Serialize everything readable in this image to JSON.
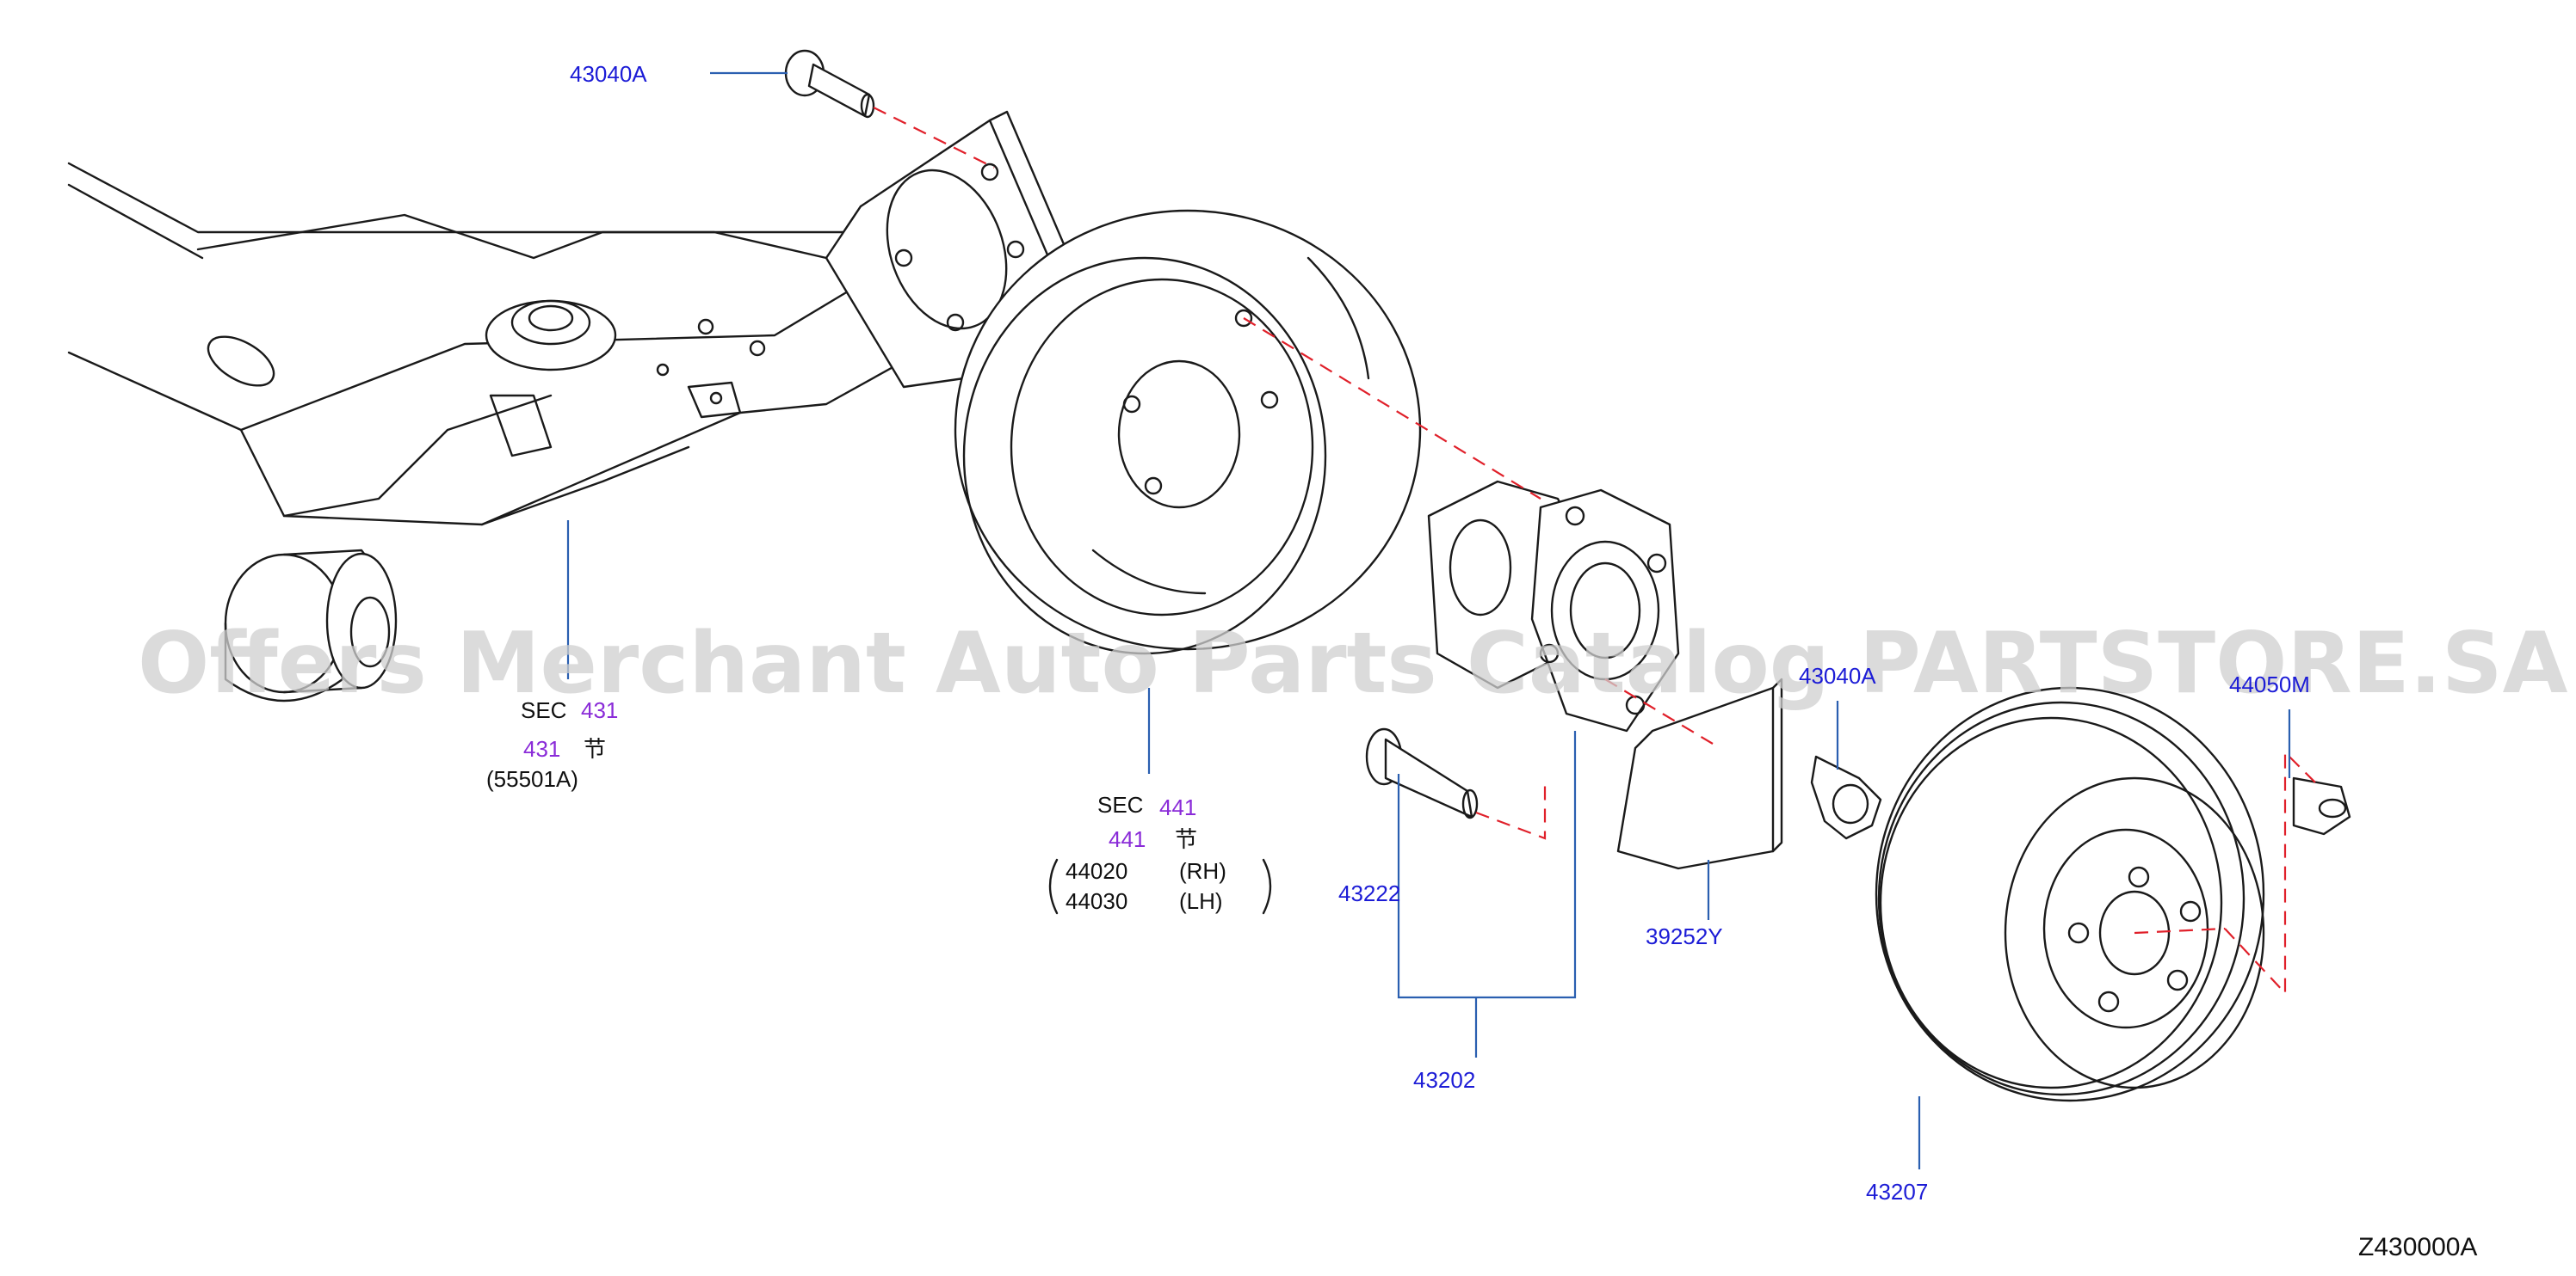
{
  "watermark": "Offers Merchant Auto Parts Catalog PARTSTORE.SA",
  "diagram_code": "Z430000A",
  "callouts": {
    "bolt_top": "43040A",
    "hub_bolt": "43222",
    "hub_assembly": "43202",
    "shield": "39252Y",
    "nut": "43040A",
    "cap": "44050M",
    "rotor": "43207"
  },
  "sec_axle": {
    "sec": "SEC",
    "num": "431",
    "num2": "431",
    "glyph": "节",
    "ref": "(55501A)"
  },
  "sec_brake": {
    "sec": "SEC",
    "num": "441",
    "num2": "441",
    "glyph": "节",
    "rh_code": "44020",
    "rh": "(RH)",
    "lh_code": "44030",
    "lh": "(LH)"
  }
}
